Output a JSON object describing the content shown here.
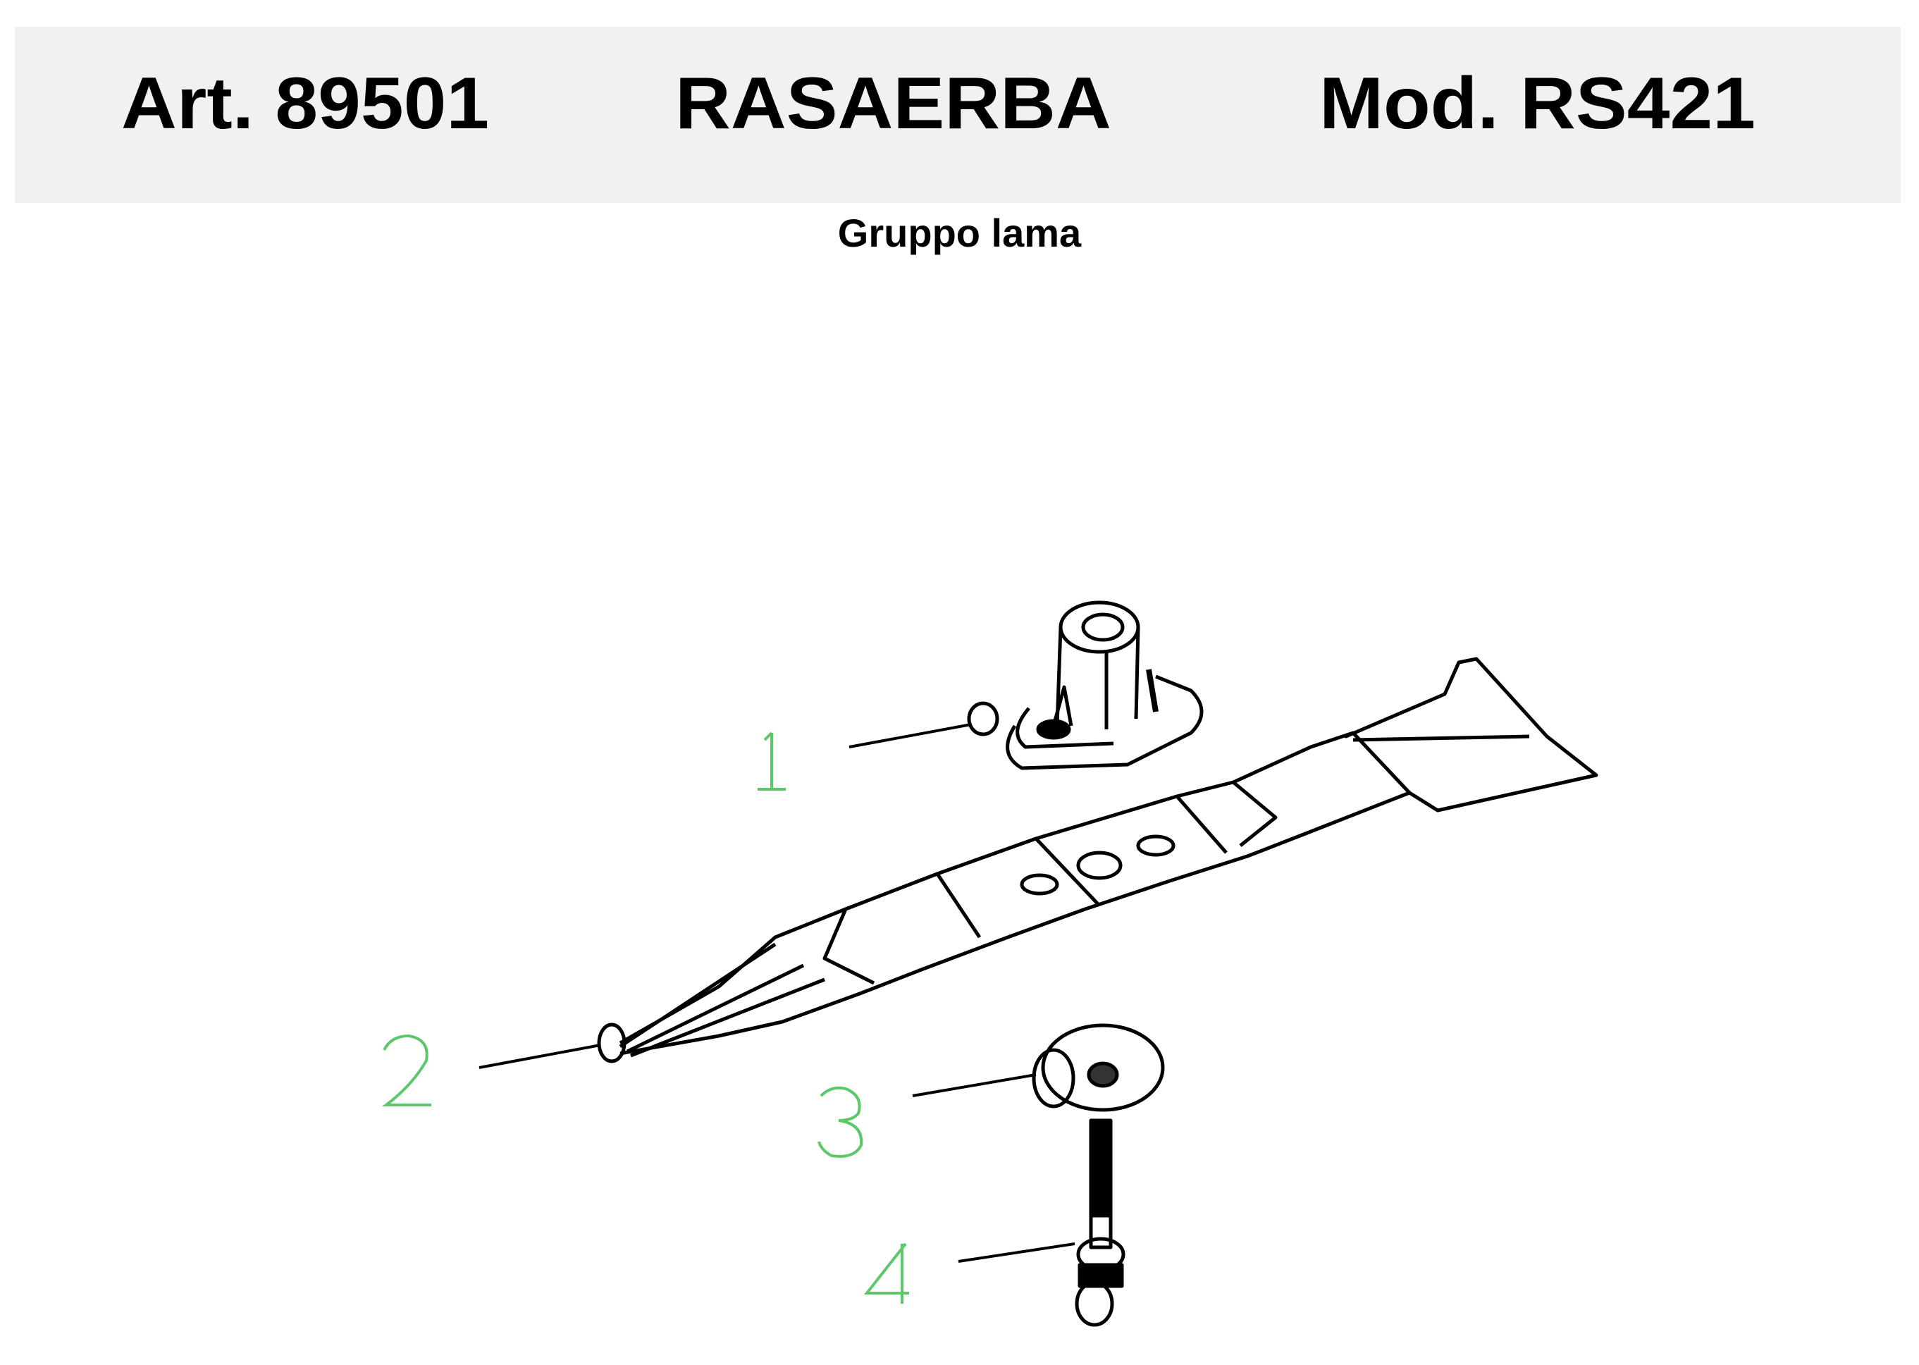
{
  "header": {
    "article": "Art. 89501",
    "product": "RASAERBA",
    "model": "Mod. RS421",
    "background_color": "#f1f1f1"
  },
  "subtitle": "Gruppo lama",
  "diagram": {
    "callout_color": "#5cc86a",
    "line_color": "#000000",
    "parts": [
      {
        "number": "1",
        "name": "blade-adapter-hub"
      },
      {
        "number": "2",
        "name": "blade"
      },
      {
        "number": "3",
        "name": "washer"
      },
      {
        "number": "4",
        "name": "bolt"
      }
    ]
  }
}
